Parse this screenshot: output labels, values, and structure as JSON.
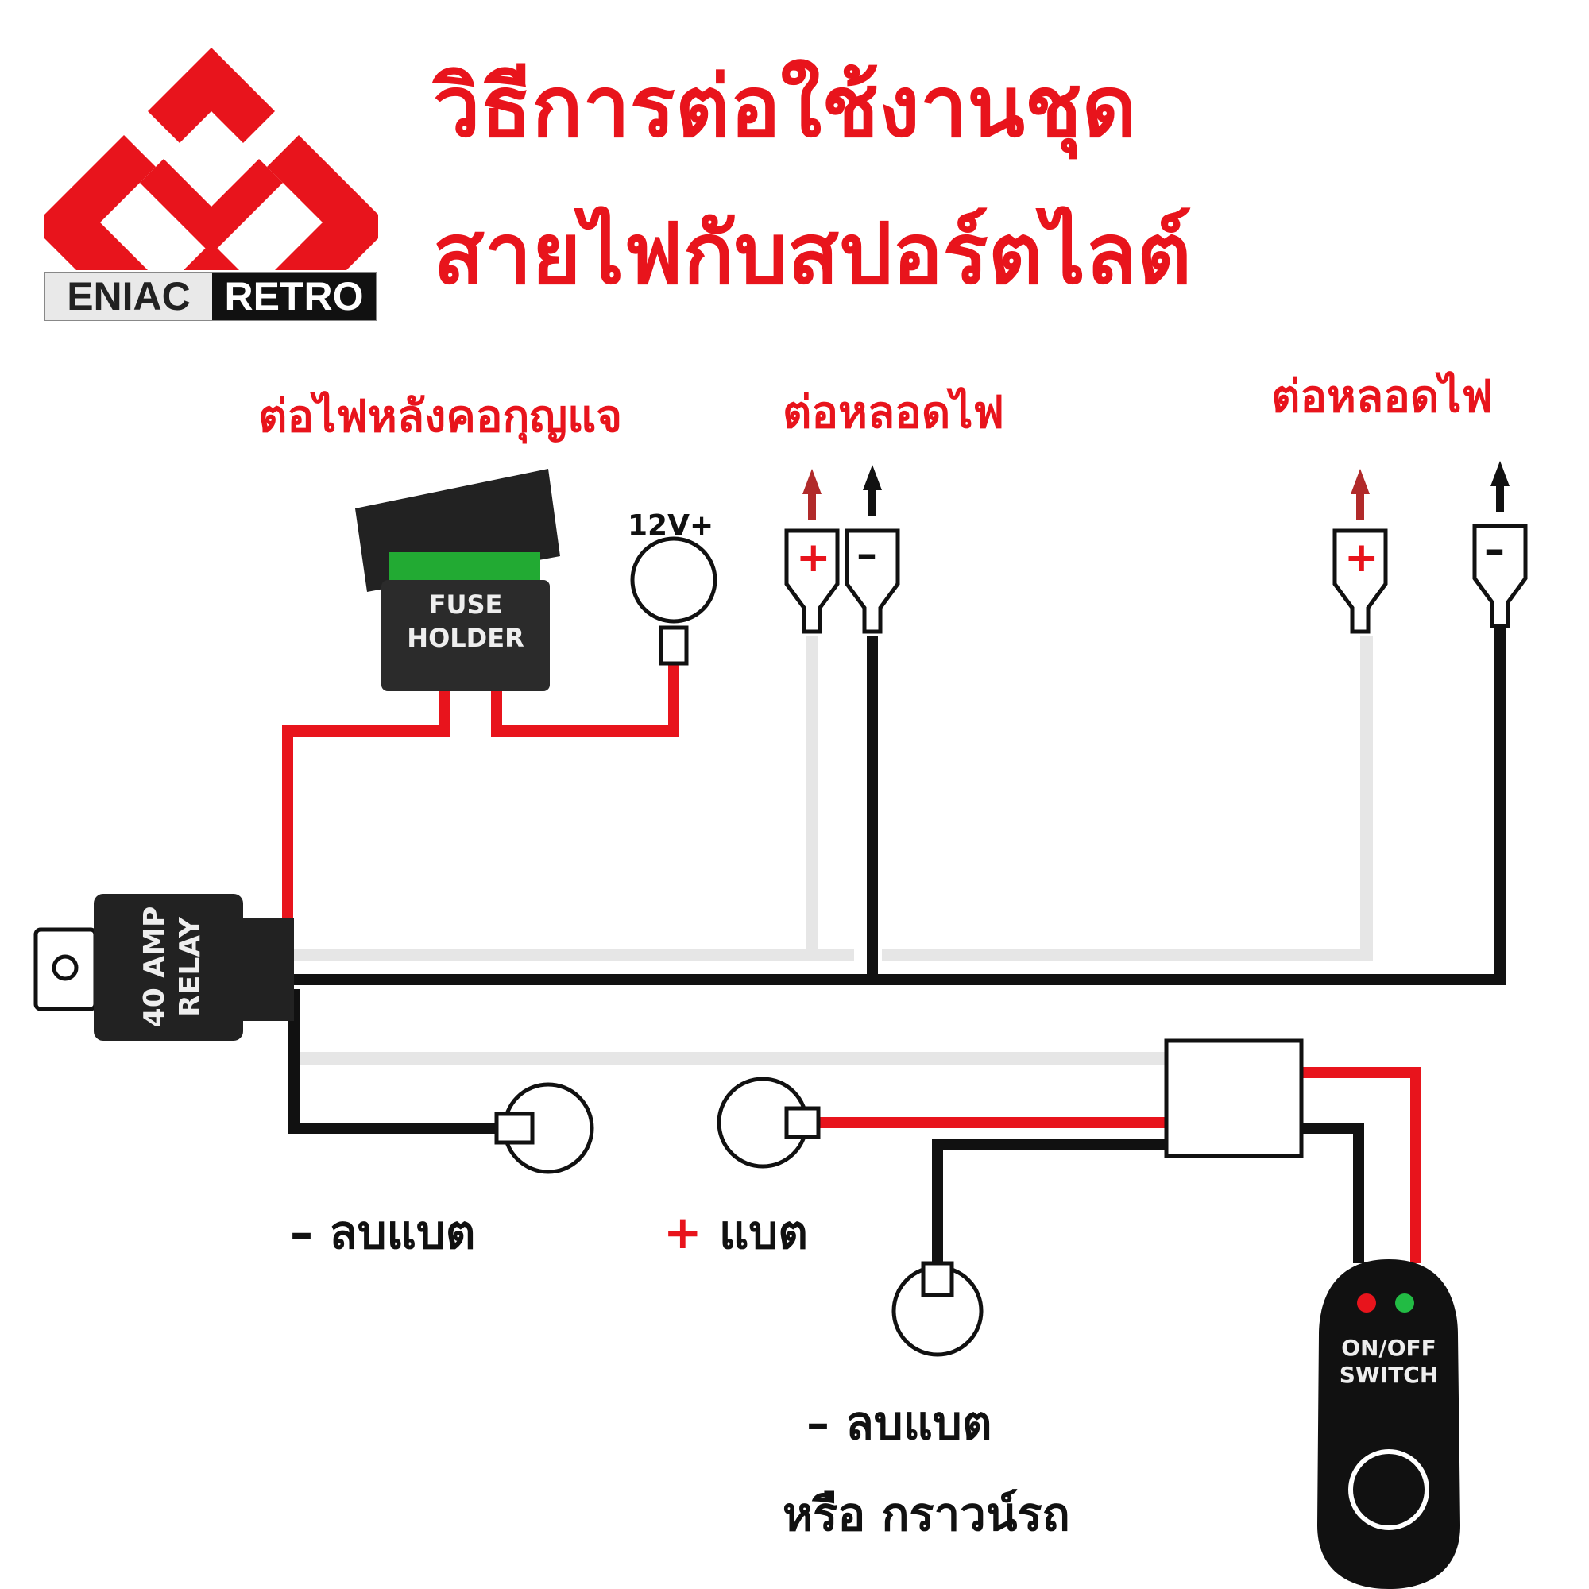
{
  "brand": {
    "left_text": "ENIAC",
    "right_text": "RETRO",
    "colors": {
      "red": "#e8141c",
      "dark": "#111111",
      "light": "#e9e9e9"
    }
  },
  "title": {
    "line1": "วิธีการต่อใช้งานชุด",
    "line2": "สายไฟกับสปอร์ตไลต์"
  },
  "labels": {
    "ignition": "ต่อไฟหลังคอกุญแจ",
    "lamp_left": "ต่อหลอดไฟ",
    "lamp_right": "ต่อหลอดไฟ",
    "neg_battery": "– ลบแบต",
    "pos_sign": "+",
    "pos_battery": "แบต",
    "neg_battery2": "– ลบแบต",
    "ground": "หรือ กราวน์รถ"
  },
  "components": {
    "fuse_holder_line1": "FUSE",
    "fuse_holder_line2": "HOLDER",
    "voltage": "12V+",
    "relay_line1": "40 AMP",
    "relay_line2": "RELAY",
    "switch_line1": "ON/OFF",
    "switch_line2": "SWITCH",
    "plus_symbol": "+",
    "minus_symbol": "–"
  },
  "wire_colors": {
    "positive": "#e8141c",
    "negative": "#111111",
    "signal": "#e6e6e6"
  }
}
